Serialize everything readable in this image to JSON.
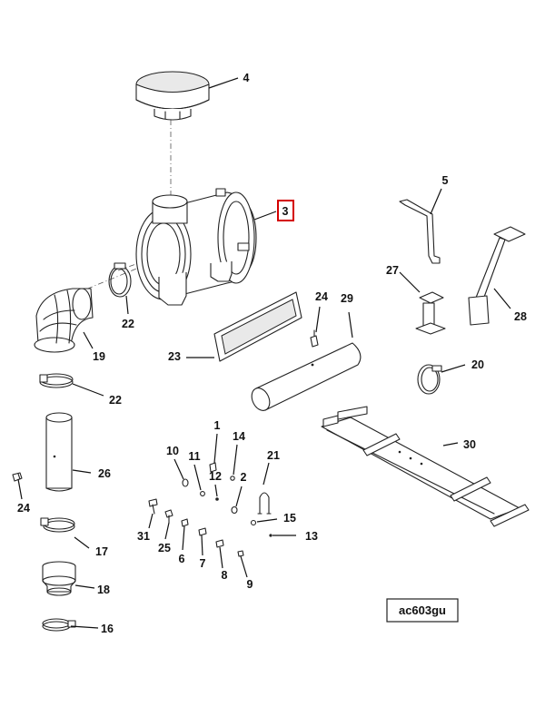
{
  "diagram": {
    "reference_code": "ac603gu",
    "highlighted_callout": "3",
    "highlight_color": "#d40000",
    "callouts": {
      "c1": "1",
      "c2": "2",
      "c3": "3",
      "c4": "4",
      "c5": "5",
      "c6": "6",
      "c7": "7",
      "c8": "8",
      "c9": "9",
      "c10": "10",
      "c11": "11",
      "c12": "12",
      "c13": "13",
      "c14": "14",
      "c15": "15",
      "c16": "16",
      "c17": "17",
      "c18": "18",
      "c19": "19",
      "c20": "20",
      "c21": "21",
      "c22a": "22",
      "c22b": "22",
      "c23": "23",
      "c24a": "24",
      "c24b": "24",
      "c25": "25",
      "c26": "26",
      "c27": "27",
      "c28": "28",
      "c29": "29",
      "c30": "30",
      "c31": "31"
    }
  }
}
